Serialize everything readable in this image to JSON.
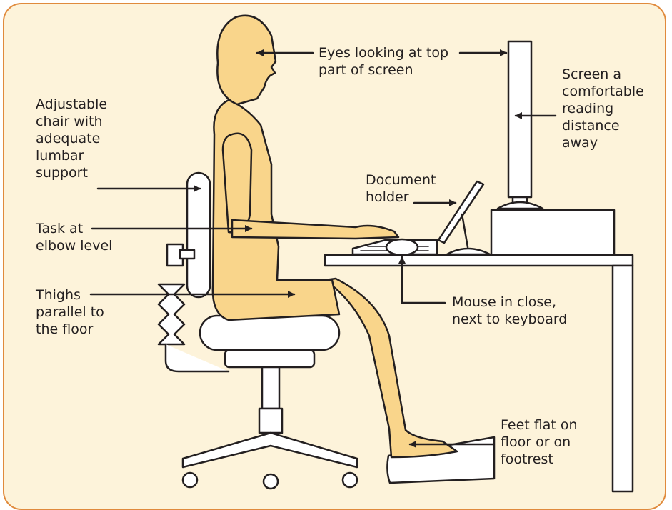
{
  "colors": {
    "background": "#fdf3da",
    "border": "#e08a3c",
    "figure": "#f9d58b",
    "line": "#231f20"
  },
  "labels": {
    "eyes": "Eyes looking at top\npart of screen",
    "screen": "Screen a\ncomfortable\nreading\ndistance\naway",
    "chair": "Adjustable\nchair with\nadequate\nlumbar\nsupport",
    "document": "Document\nholder",
    "task": "Task at\nelbow level",
    "thighs": "Thighs\nparallel to\nthe floor",
    "mouse": "Mouse in close,\nnext to keyboard",
    "feet": "Feet flat on\nfloor or on\nfootrest"
  }
}
